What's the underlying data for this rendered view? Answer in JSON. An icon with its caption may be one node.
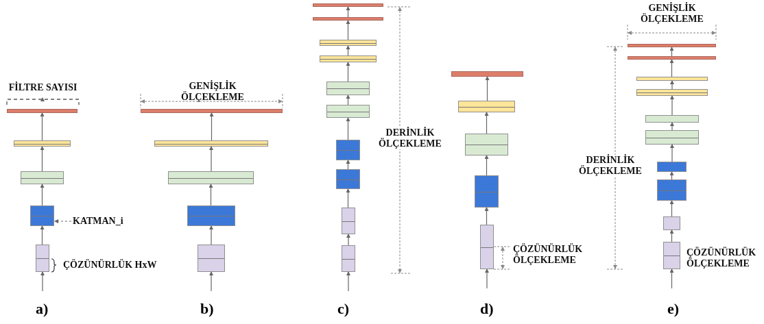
{
  "diagram": {
    "nodes": [
      {
        "text": [],
        "shape": "bar"
      },
      {
        "text": [],
        "shape": "box"
      },
      {
        "text": [],
        "shape": "box"
      },
      {
        "text": [],
        "shape": "box"
      },
      {
        "text": [],
        "shape": "box"
      },
      {
        "text": [
          "KATMAN_i"
        ]
      },
      {
        "text": [],
        "shape": "bar"
      },
      {
        "text": [],
        "shape": "box"
      },
      {
        "text": [],
        "shape": "box"
      },
      {
        "text": [],
        "shape": "box"
      },
      {
        "text": [],
        "shape": "box"
      },
      {
        "text": [],
        "shape": "bar"
      },
      {
        "text": [],
        "shape": "bar"
      },
      {
        "text": [],
        "shape": "box"
      },
      {
        "text": [],
        "shape": "box"
      },
      {
        "text": [],
        "shape": "box"
      },
      {
        "text": [],
        "shape": "box"
      },
      {
        "text": [],
        "shape": "box"
      },
      {
        "text": [],
        "shape": "box"
      },
      {
        "text": [],
        "shape": "box"
      },
      {
        "text": [],
        "shape": "box"
      },
      {
        "text": [],
        "shape": "bar"
      },
      {
        "text": [],
        "shape": "box"
      },
      {
        "text": [],
        "shape": "box"
      },
      {
        "text": [],
        "shape": "box"
      },
      {
        "text": [],
        "shape": "box"
      },
      {
        "text": [],
        "shape": "bar"
      },
      {
        "text": [],
        "shape": "bar"
      },
      {
        "text": [],
        "shape": "box"
      },
      {
        "text": [],
        "shape": "box"
      },
      {
        "text": [],
        "shape": "box"
      },
      {
        "text": [],
        "shape": "box"
      },
      {
        "text": [],
        "shape": "box"
      },
      {
        "text": [],
        "shape": "box"
      },
      {
        "text": [],
        "shape": "box"
      },
      {
        "text": [],
        "shape": "box"
      }
    ],
    "edges": [
      {
        "from": null,
        "to": 4,
        "arrow": "to"
      },
      {
        "from": 4,
        "to": 3,
        "arrow": "to"
      },
      {
        "from": 3,
        "to": 2,
        "arrow": "to"
      },
      {
        "from": 2,
        "to": 1,
        "arrow": "to"
      },
      {
        "from": 1,
        "to": 0,
        "arrow": "to"
      },
      {
        "from": 5,
        "to": 3,
        "arrow": "to",
        "style": "dashed"
      },
      {
        "from": null,
        "to": 10,
        "arrow": "to"
      },
      {
        "from": 10,
        "to": 9,
        "arrow": "to"
      },
      {
        "from": 9,
        "to": 8,
        "arrow": "to"
      },
      {
        "from": 8,
        "to": 7,
        "arrow": "to"
      },
      {
        "from": 7,
        "to": 6,
        "arrow": "to"
      },
      {
        "from": null,
        "to": 20,
        "arrow": "to"
      },
      {
        "from": 20,
        "to": 19,
        "arrow": "to"
      },
      {
        "from": 19,
        "to": 18,
        "arrow": "to"
      },
      {
        "from": 18,
        "to": 17,
        "arrow": "to"
      },
      {
        "from": 17,
        "to": 16,
        "arrow": "to"
      },
      {
        "from": 16,
        "to": 15,
        "arrow": "to"
      },
      {
        "from": 15,
        "to": 14,
        "arrow": "to"
      },
      {
        "from": 14,
        "to": 13,
        "arrow": "to"
      },
      {
        "from": 13,
        "to": 12,
        "arrow": "to"
      },
      {
        "from": 12,
        "to": 11,
        "arrow": "to"
      },
      {
        "from": null,
        "to": 25,
        "arrow": "to"
      },
      {
        "from": 25,
        "to": 24,
        "arrow": "to"
      },
      {
        "from": 24,
        "to": 23,
        "arrow": "to"
      },
      {
        "from": 23,
        "to": 22,
        "arrow": "to"
      },
      {
        "from": 22,
        "to": 21,
        "arrow": "to"
      },
      {
        "from": null,
        "to": 35,
        "arrow": "to"
      },
      {
        "from": 35,
        "to": 34,
        "arrow": "to"
      },
      {
        "from": 34,
        "to": 33,
        "arrow": "to"
      },
      {
        "from": 33,
        "to": 32,
        "arrow": "to"
      },
      {
        "from": 32,
        "to": 31,
        "arrow": "to"
      },
      {
        "from": 31,
        "to": 30,
        "arrow": "to"
      },
      {
        "from": 30,
        "to": 29,
        "arrow": "to"
      },
      {
        "from": 29,
        "to": 28,
        "arrow": "to"
      },
      {
        "from": 28,
        "to": 27,
        "arrow": "to"
      },
      {
        "from": 27,
        "to": 26,
        "arrow": "to"
      }
    ],
    "labels": [
      "FİLTRE SAYISI",
      "ÇÖZÜNÜRLÜK HxW",
      "GENİŞLİK ÖLÇEKLEME",
      "DERİNLİK ÖLÇEKLEME",
      "ÇÖZÜNÜRLÜK ÖLÇEKLEME",
      "GENİŞLİK ÖLÇEKLEME",
      "DERİNLİK ÖLÇEKLEME",
      "ÇÖZÜNÜRLÜK ÖLÇEKLEME",
      "a)",
      "b)",
      "c)",
      "d)",
      "e)"
    ]
  }
}
